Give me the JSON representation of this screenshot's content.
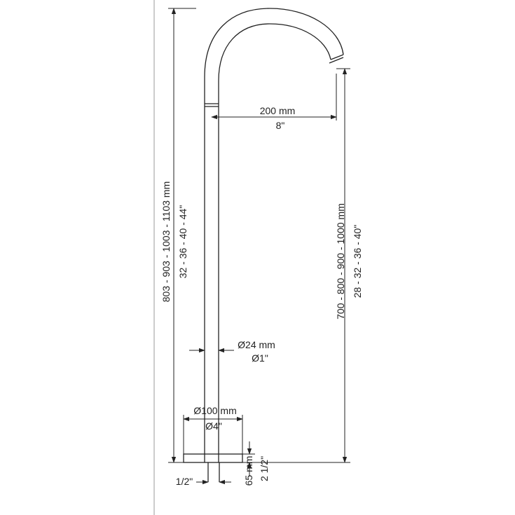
{
  "colors": {
    "line": "#222222",
    "border": "#999999",
    "background": "#ffffff"
  },
  "dimensions": {
    "total_height": {
      "mm": "803 - 903 - 1003 - 1103 mm",
      "inch": "32 - 36 - 40 - 44\""
    },
    "spout_height": {
      "mm": "700 - 800 - 900 - 1000 mm",
      "inch": "28 - 32 - 36 - 40\""
    },
    "reach": {
      "mm": "200 mm",
      "inch": "8\""
    },
    "pipe_diameter": {
      "mm": "Ø24 mm",
      "inch": "Ø1\""
    },
    "base_diameter": {
      "mm": "Ø100 mm",
      "inch": "Ø4\""
    },
    "base_height": {
      "mm": "65 mm",
      "inch": "2 1/2\""
    },
    "connection": {
      "inch": "1/2\""
    }
  }
}
